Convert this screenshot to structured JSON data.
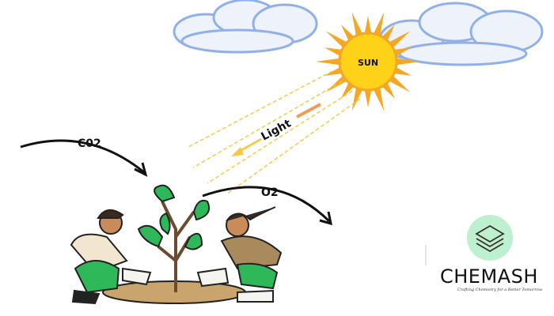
{
  "labels": {
    "sun": "SUN",
    "light": "Light",
    "co2": "C02",
    "o2": "O2"
  },
  "logo": {
    "name": "CHEMASH",
    "tagline": "Crafting Chemistry for a Better Tomorrow",
    "icon": "layers-icon",
    "circle_color": "#bdf0cf"
  },
  "colors": {
    "sun": "#f7b500",
    "rays": "#f5a623",
    "light_beam": "#f7c948",
    "cloud": "#8fb0e8",
    "leaf": "#2fb85a",
    "arrow": "#111111"
  }
}
